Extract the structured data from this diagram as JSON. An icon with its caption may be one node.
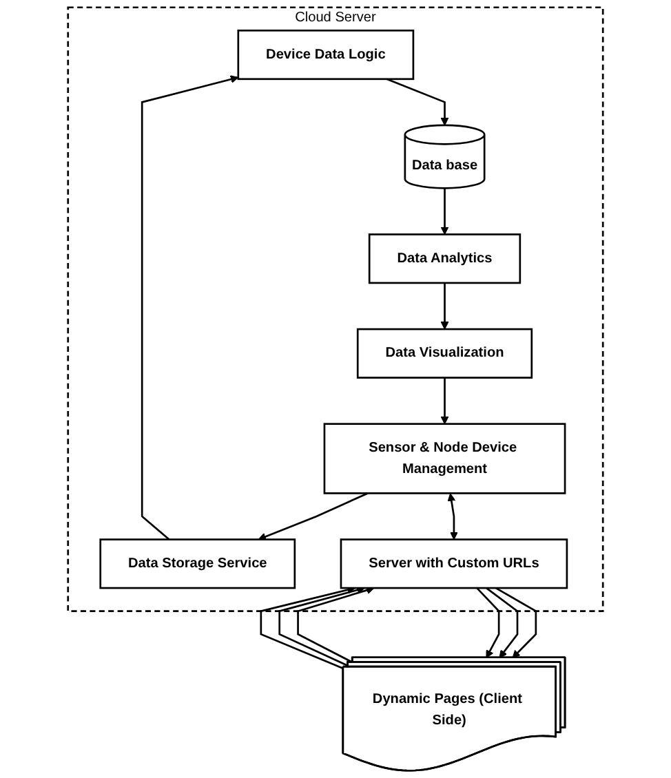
{
  "diagram": {
    "nodes": [
      {
        "text": [
          "Cloud Server"
        ]
      },
      {
        "text": [
          "Device Data Logic"
        ],
        "in": 0
      },
      {
        "text": [
          "Data base"
        ],
        "in": 0
      },
      {
        "text": [
          "Data Analytics"
        ],
        "in": 0
      },
      {
        "text": [
          "Data Storage Service"
        ],
        "in": 0
      },
      {
        "text": [
          "Data Visualization"
        ],
        "in": 0
      },
      {
        "text": [
          "Sensor & Node Device Management"
        ],
        "in": 0
      },
      {
        "text": [
          "Server with Custom URLs"
        ],
        "in": 0
      },
      {
        "text": [
          "Dynamic Pages (Client Side)"
        ]
      }
    ],
    "edges": [
      {
        "from": 1,
        "to": 2,
        "arrow": "to"
      },
      {
        "from": 2,
        "to": 3,
        "arrow": "to"
      },
      {
        "from": 3,
        "to": 5,
        "arrow": "to"
      },
      {
        "from": 4,
        "to": 1,
        "arrow": "to"
      },
      {
        "from": 6,
        "to": 4,
        "arrow": "to"
      },
      {
        "from": 5,
        "to": 6,
        "arrow": "to"
      },
      {
        "from": 6,
        "to": 7,
        "arrow": "both"
      },
      {
        "from": 8,
        "to": 7,
        "arrow": "to"
      },
      {
        "from": 7,
        "to": 8,
        "arrow": "to"
      },
      {
        "from": 8,
        "to": 7,
        "arrow": "to"
      },
      {
        "from": 7,
        "to": 8,
        "arrow": "to"
      },
      {
        "from": 8,
        "to": 7,
        "arrow": "to"
      },
      {
        "from": 7,
        "to": 8,
        "arrow": "to"
      }
    ]
  }
}
